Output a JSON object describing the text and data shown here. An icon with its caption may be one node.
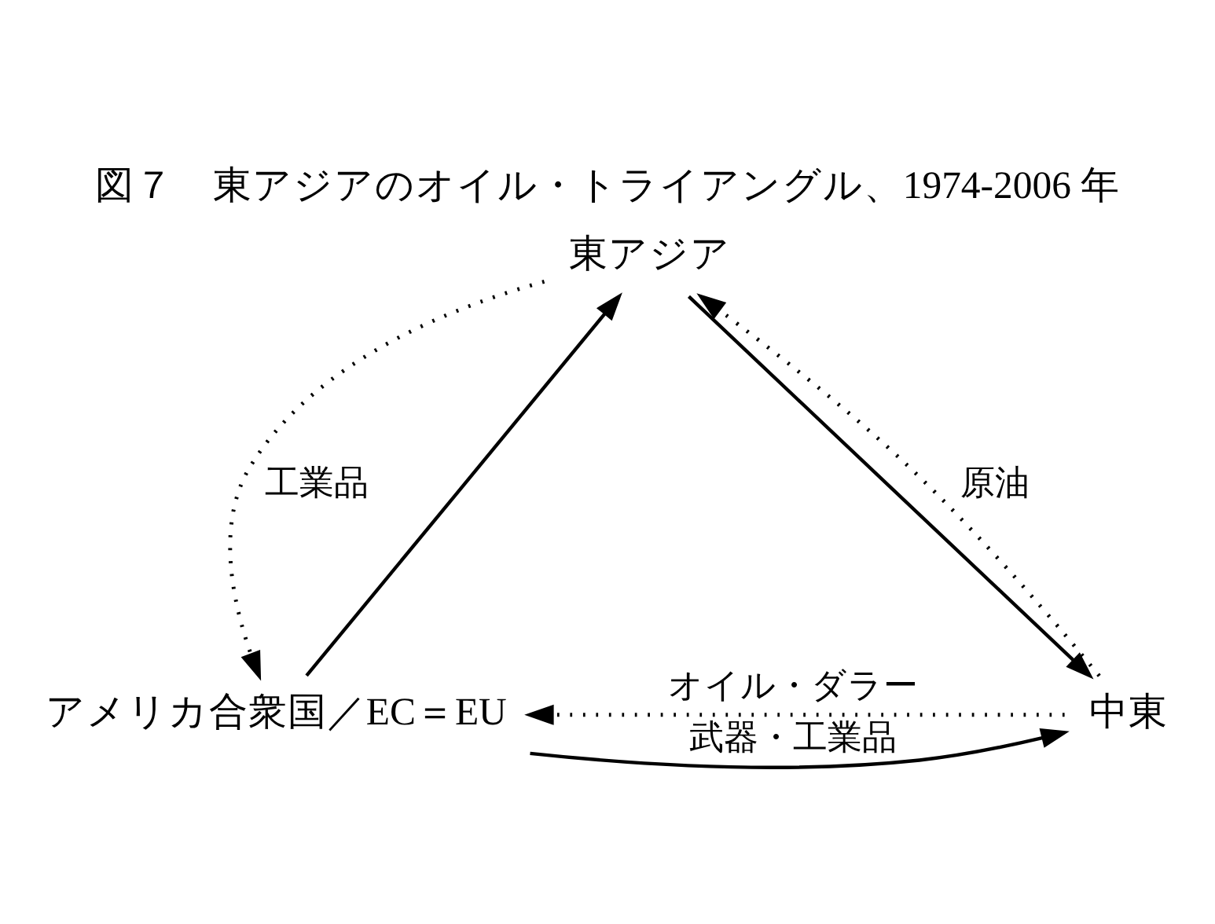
{
  "diagram": {
    "title": "図７　東アジアのオイル・トライアングル、1974-2006 年",
    "nodes": [
      {
        "text": [
          "東アジア"
        ]
      },
      {
        "text": [
          "アメリカ合衆国／EC＝EU"
        ]
      },
      {
        "text": [
          "中東"
        ]
      }
    ],
    "edges": [
      {
        "from": 1,
        "to": 0,
        "arrow": "to"
      },
      {
        "from": 0,
        "to": 1,
        "arrow": "to",
        "style": "dashed",
        "label": "工業品"
      },
      {
        "from": 0,
        "to": 2,
        "arrow": "to"
      },
      {
        "from": 2,
        "to": 0,
        "arrow": "to",
        "style": "dashed",
        "label": "原油"
      },
      {
        "from": 2,
        "to": 1,
        "arrow": "to",
        "style": "dashed",
        "label": "オイル・ダラー"
      },
      {
        "from": 1,
        "to": 2,
        "arrow": "to",
        "label": "武器・工業品"
      }
    ]
  }
}
